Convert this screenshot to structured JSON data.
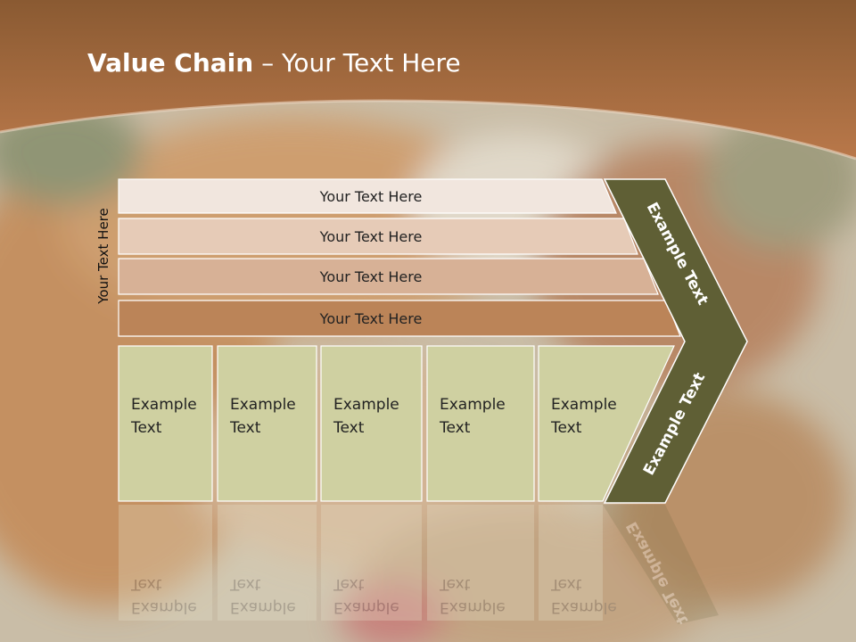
{
  "slide": {
    "title_bold": "Value Chain",
    "title_rest": " – Your Text Here",
    "side_label": "Your Text Here"
  },
  "rows": [
    {
      "label": "Your Text Here",
      "color": "#f1e6de"
    },
    {
      "label": "Your Text Here",
      "color": "#e6cbb7"
    },
    {
      "label": "Your Text Here",
      "color": "#d7b196"
    },
    {
      "label": "Your Text Here",
      "color": "#bb8458"
    }
  ],
  "columns": [
    {
      "line1": "Example",
      "line2": "Text"
    },
    {
      "line1": "Example",
      "line2": "Text"
    },
    {
      "line1": "Example",
      "line2": "Text"
    },
    {
      "line1": "Example",
      "line2": "Text"
    },
    {
      "line1": "Example",
      "line2": "Text"
    }
  ],
  "chevron": {
    "upper_label": "Example Text",
    "lower_label": "Example Text",
    "color": "#5f5f35"
  },
  "colors": {
    "header": "#a9703f",
    "column_fill": "#cfd0a1",
    "text": "#222222"
  }
}
